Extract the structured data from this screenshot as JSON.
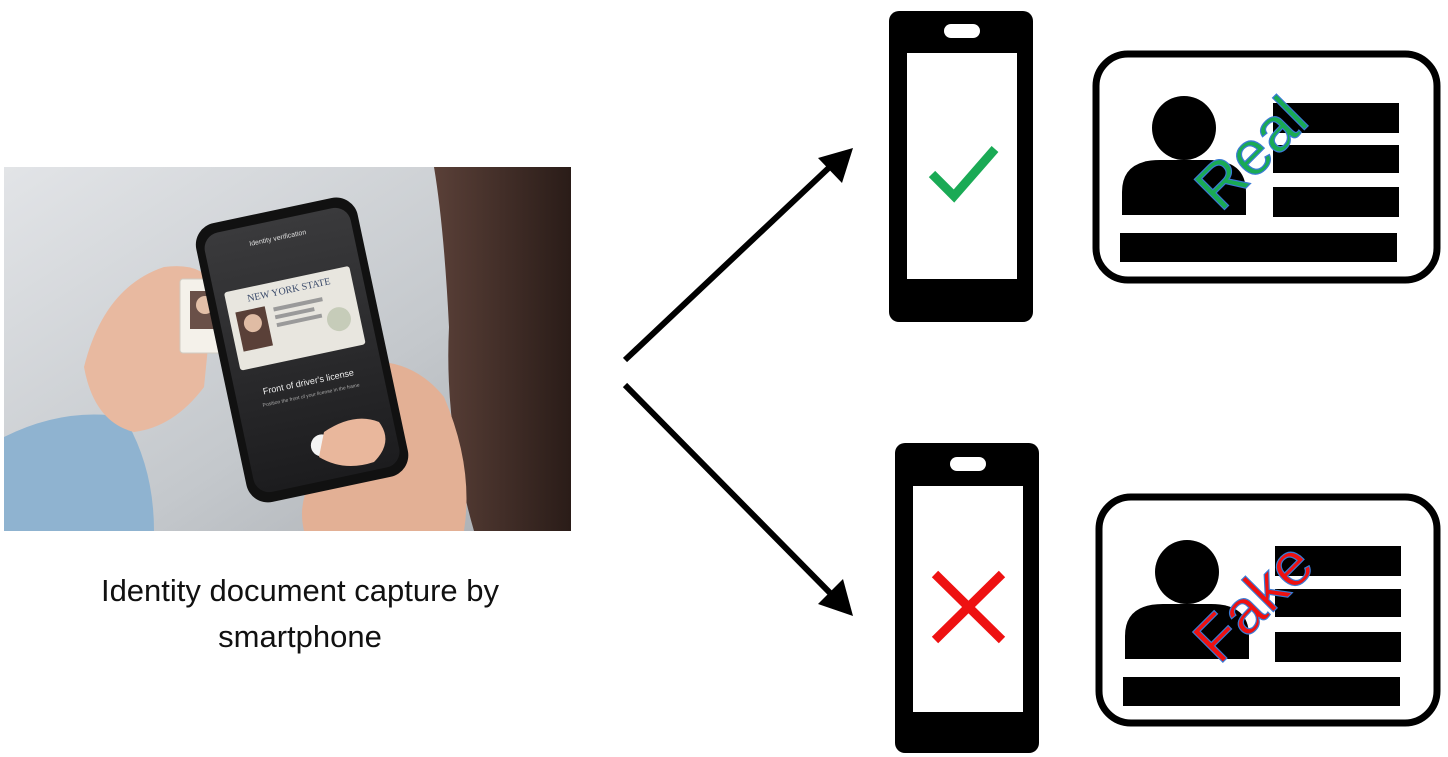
{
  "photo": {
    "phone_header": "Identity verification",
    "card_state": "NEW YORK STATE",
    "phone_prompt": "Front of driver's license",
    "phone_hint": "Position the front of your license in the frame"
  },
  "caption": {
    "line1": "Identity document capture by",
    "line2": "smartphone"
  },
  "outcomes": {
    "real_label": "Real",
    "fake_label": "Fake",
    "real_color": "#1aaa55",
    "fake_color": "#ee1111",
    "real_icon": "checkmark-icon",
    "fake_icon": "cross-icon"
  }
}
